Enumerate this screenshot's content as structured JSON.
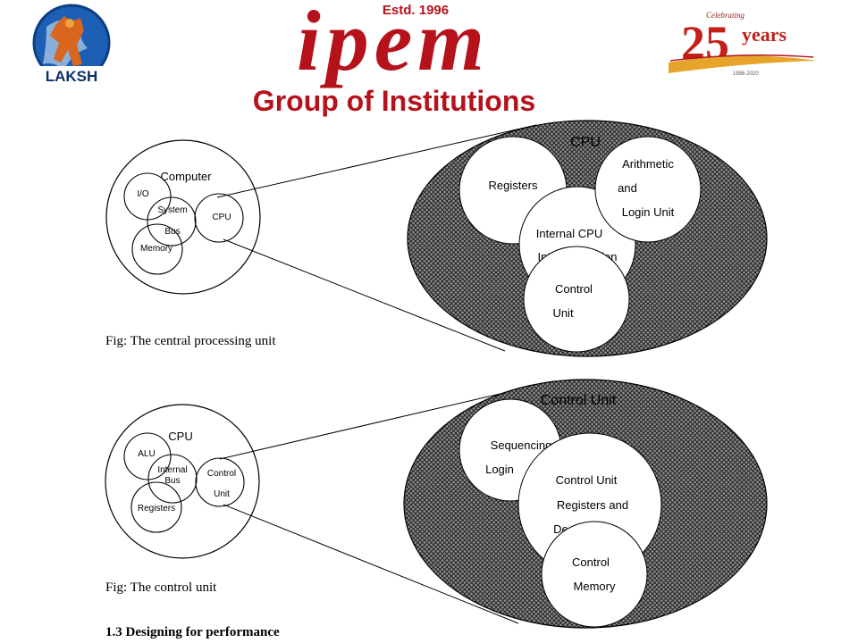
{
  "header": {
    "left_logo_text": "LAKSH",
    "estd": "Estd. 1996",
    "wordmark": "ipem",
    "subtitle": "Group of Institutions",
    "anniversary_celebrating": "Celebrating",
    "anniversary_number": "25",
    "anniversary_years": "years",
    "anniversary_dates": "1996-2020"
  },
  "figure1": {
    "small": {
      "outer": "Computer",
      "io": "I/O",
      "system_bus_line1": "System",
      "system_bus_line2": "Bus",
      "cpu": "CPU",
      "memory": "Memory"
    },
    "large": {
      "title": "CPU",
      "registers": "Registers",
      "alu_line1": "Arithmetic",
      "alu_line2": "and",
      "alu_line3": "Login Unit",
      "interconnect_line1": "Internal CPU",
      "interconnect_line2": "Interconnection",
      "control_line1": "Control",
      "control_line2": "Unit"
    },
    "caption": "Fig: The central processing unit"
  },
  "figure2": {
    "small": {
      "outer": "CPU",
      "alu": "ALU",
      "internal_bus_line1": "Internal",
      "internal_bus_line2": "Bus",
      "control_unit_line1": "Control",
      "control_unit_line2": "Unit",
      "registers": "Registers"
    },
    "large": {
      "title": "Control Unit",
      "sequencing_line1": "Sequencing",
      "sequencing_line2": "Login",
      "cu_regs_line1": "Control Unit",
      "cu_regs_line2": "Registers and",
      "cu_regs_line3": "Decoders",
      "control_memory_line1": "Control",
      "control_memory_line2": "Memory"
    },
    "caption": "Fig: The control unit"
  },
  "section_heading": "1.3 Designing for performance"
}
